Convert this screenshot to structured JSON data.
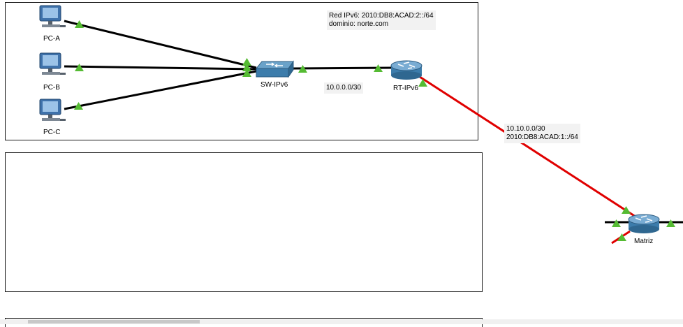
{
  "devices": {
    "pc_a": {
      "label": "PC-A"
    },
    "pc_b": {
      "label": "PC-B"
    },
    "pc_c": {
      "label": "PC-C"
    },
    "switch": {
      "label": "SW-IPv6"
    },
    "router_local": {
      "label": "RT-IPv6"
    },
    "router_main": {
      "label": "Matriz"
    }
  },
  "notes": {
    "lan_network": {
      "line1": "Red IPv6: 2010:DB8:ACAD:2::/64",
      "line2": "dominio: norte.com"
    },
    "link_sw_rt": {
      "text": "10.0.0.0/30"
    },
    "wan_link": {
      "line1": "10.10.0.0/30",
      "line2": "2010:DB8:ACAD:1::/64"
    }
  },
  "colors": {
    "ethernet_link": "#000000",
    "serial_link": "#e00000",
    "link_up_indicator": "#55bb33",
    "frame_border": "#1a1a1a"
  }
}
